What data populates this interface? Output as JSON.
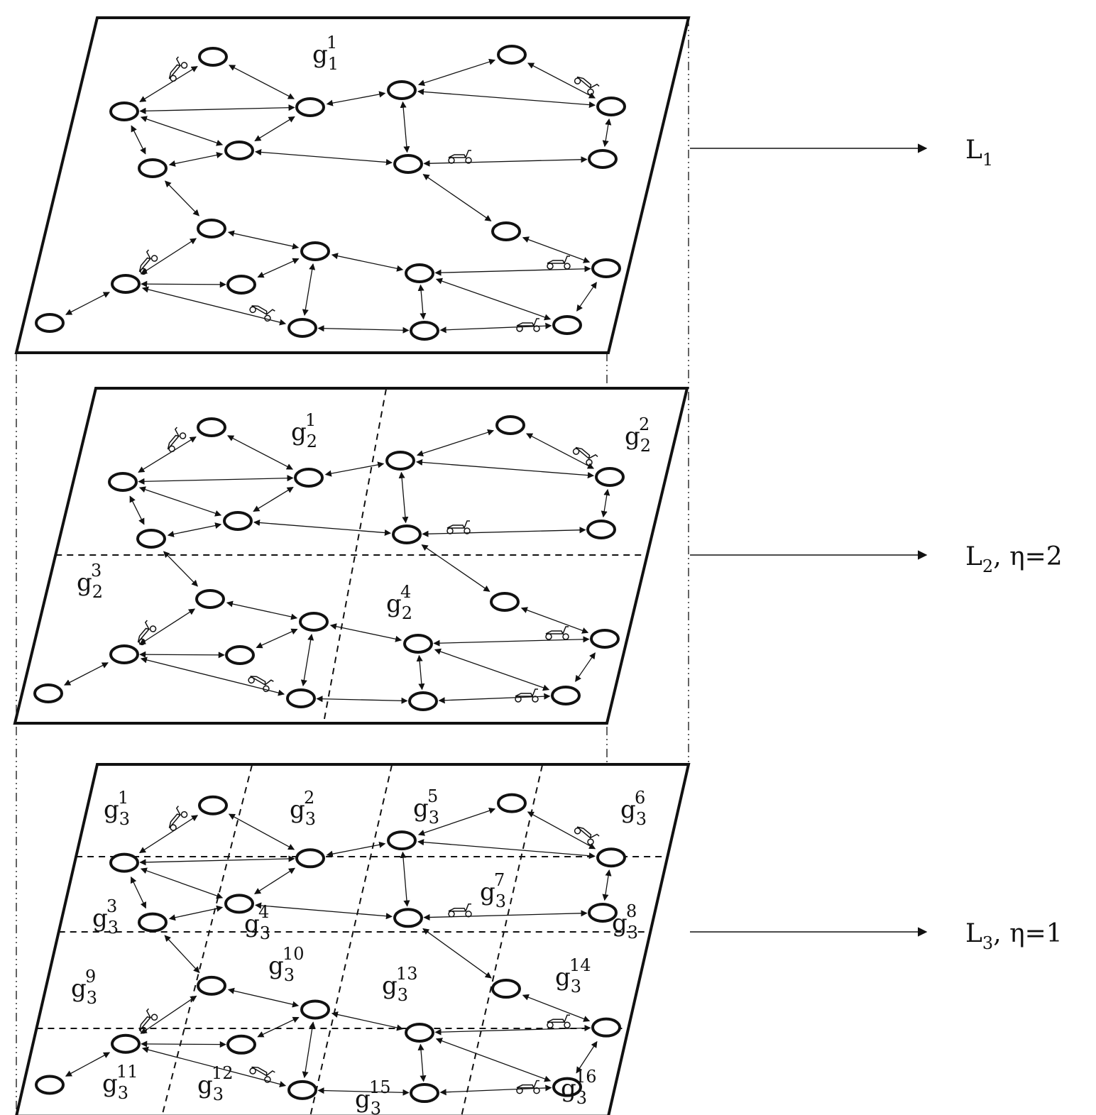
{
  "layers": [
    {
      "label_base": "L",
      "label_sub": "1",
      "label_suffix": "",
      "cells": [
        {
          "base": "g",
          "sub": "1",
          "sup": "1"
        }
      ]
    },
    {
      "label_base": "L",
      "label_sub": "2",
      "label_suffix": ", η=2",
      "cells": [
        {
          "base": "g",
          "sub": "2",
          "sup": "1"
        },
        {
          "base": "g",
          "sub": "2",
          "sup": "2"
        },
        {
          "base": "g",
          "sub": "2",
          "sup": "3"
        },
        {
          "base": "g",
          "sub": "2",
          "sup": "4"
        }
      ]
    },
    {
      "label_base": "L",
      "label_sub": "3",
      "label_suffix": ", η=1",
      "cells": [
        {
          "base": "g",
          "sub": "3",
          "sup": "1"
        },
        {
          "base": "g",
          "sub": "3",
          "sup": "2"
        },
        {
          "base": "g",
          "sub": "3",
          "sup": "5"
        },
        {
          "base": "g",
          "sub": "3",
          "sup": "6"
        },
        {
          "base": "g",
          "sub": "3",
          "sup": "3"
        },
        {
          "base": "g",
          "sub": "3",
          "sup": "4"
        },
        {
          "base": "g",
          "sub": "3",
          "sup": "7"
        },
        {
          "base": "g",
          "sub": "3",
          "sup": "8"
        },
        {
          "base": "g",
          "sub": "3",
          "sup": "9"
        },
        {
          "base": "g",
          "sub": "3",
          "sup": "10"
        },
        {
          "base": "g",
          "sub": "3",
          "sup": "13"
        },
        {
          "base": "g",
          "sub": "3",
          "sup": "14"
        },
        {
          "base": "g",
          "sub": "3",
          "sup": "11"
        },
        {
          "base": "g",
          "sub": "3",
          "sup": "12"
        },
        {
          "base": "g",
          "sub": "3",
          "sup": "15"
        },
        {
          "base": "g",
          "sub": "3",
          "sup": "16"
        }
      ]
    }
  ],
  "icons": [
    "scooter-icon"
  ],
  "colors": {
    "stroke": "#111111",
    "background": "#ffffff"
  }
}
